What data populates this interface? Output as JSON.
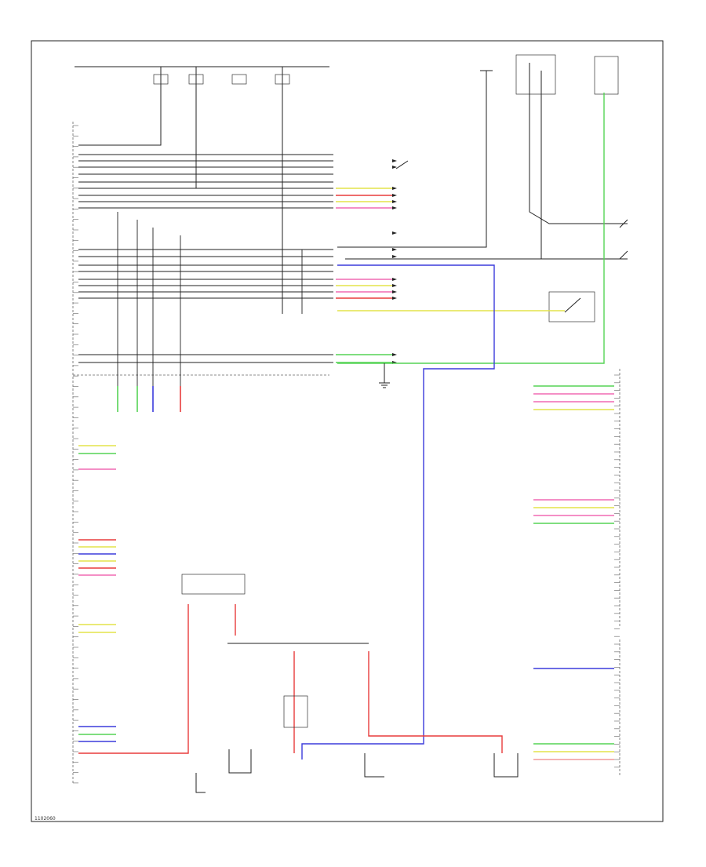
{
  "diagram": {
    "figure_id": "1102060",
    "palette": {
      "blue": "#3b3bdc",
      "green": "#55d455",
      "red": "#e83c3c",
      "pink": "#f06ab4",
      "yellow": "#e4e44a",
      "light_red": "#f19a9a",
      "black": "#222222"
    },
    "left_pin_count": 64,
    "right_pin_count": 52
  }
}
